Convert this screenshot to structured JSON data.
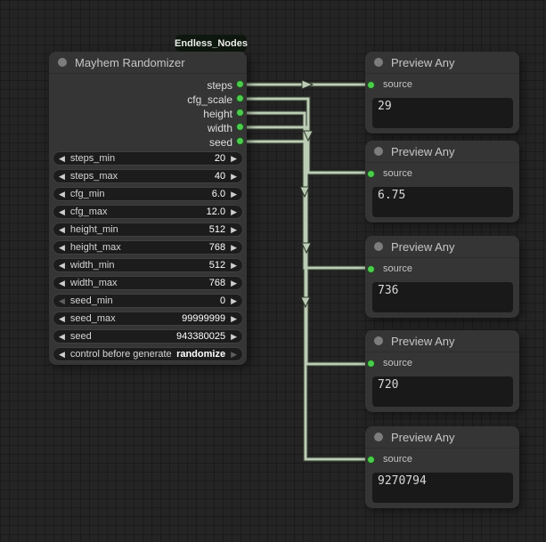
{
  "badge": {
    "label": "Endless_Nodes"
  },
  "main_node": {
    "title": "Mayhem Randomizer",
    "outputs": [
      "steps",
      "cfg_scale",
      "height",
      "width",
      "seed"
    ],
    "widgets": [
      {
        "label": "steps_min",
        "value": "20",
        "left_dim": false,
        "right_dim": false,
        "value_bold": false
      },
      {
        "label": "steps_max",
        "value": "40",
        "left_dim": false,
        "right_dim": false,
        "value_bold": false
      },
      {
        "label": "cfg_min",
        "value": "6.0",
        "left_dim": false,
        "right_dim": false,
        "value_bold": false
      },
      {
        "label": "cfg_max",
        "value": "12.0",
        "left_dim": false,
        "right_dim": false,
        "value_bold": false
      },
      {
        "label": "height_min",
        "value": "512",
        "left_dim": false,
        "right_dim": false,
        "value_bold": false
      },
      {
        "label": "height_max",
        "value": "768",
        "left_dim": false,
        "right_dim": false,
        "value_bold": false
      },
      {
        "label": "width_min",
        "value": "512",
        "left_dim": false,
        "right_dim": false,
        "value_bold": false
      },
      {
        "label": "width_max",
        "value": "768",
        "left_dim": false,
        "right_dim": false,
        "value_bold": false
      },
      {
        "label": "seed_min",
        "value": "0",
        "left_dim": true,
        "right_dim": false,
        "value_bold": false
      },
      {
        "label": "seed_max",
        "value": "99999999",
        "left_dim": false,
        "right_dim": false,
        "value_bold": false
      },
      {
        "label": "seed",
        "value": "943380025",
        "left_dim": false,
        "right_dim": false,
        "value_bold": false
      },
      {
        "label": "control before generate",
        "value": "randomize",
        "left_dim": false,
        "right_dim": true,
        "value_bold": true
      }
    ]
  },
  "preview_nodes": [
    {
      "title": "Preview Any",
      "input": "source",
      "value": "29"
    },
    {
      "title": "Preview Any",
      "input": "source",
      "value": "6.75"
    },
    {
      "title": "Preview Any",
      "input": "source",
      "value": "736"
    },
    {
      "title": "Preview Any",
      "input": "source",
      "value": "720"
    },
    {
      "title": "Preview Any",
      "input": "source",
      "value": "9270794"
    }
  ],
  "colors": {
    "canvas_bg": "#242424",
    "grid_line": "#1b1b1b",
    "node_bg": "#353535",
    "widget_bg": "#1c1c1c",
    "textarea_bg": "#191919",
    "wire": "#bccdb5",
    "wire_outline": "#2e352c",
    "port_green": "#4ccc4c",
    "badge_bg": "#0e170e"
  }
}
